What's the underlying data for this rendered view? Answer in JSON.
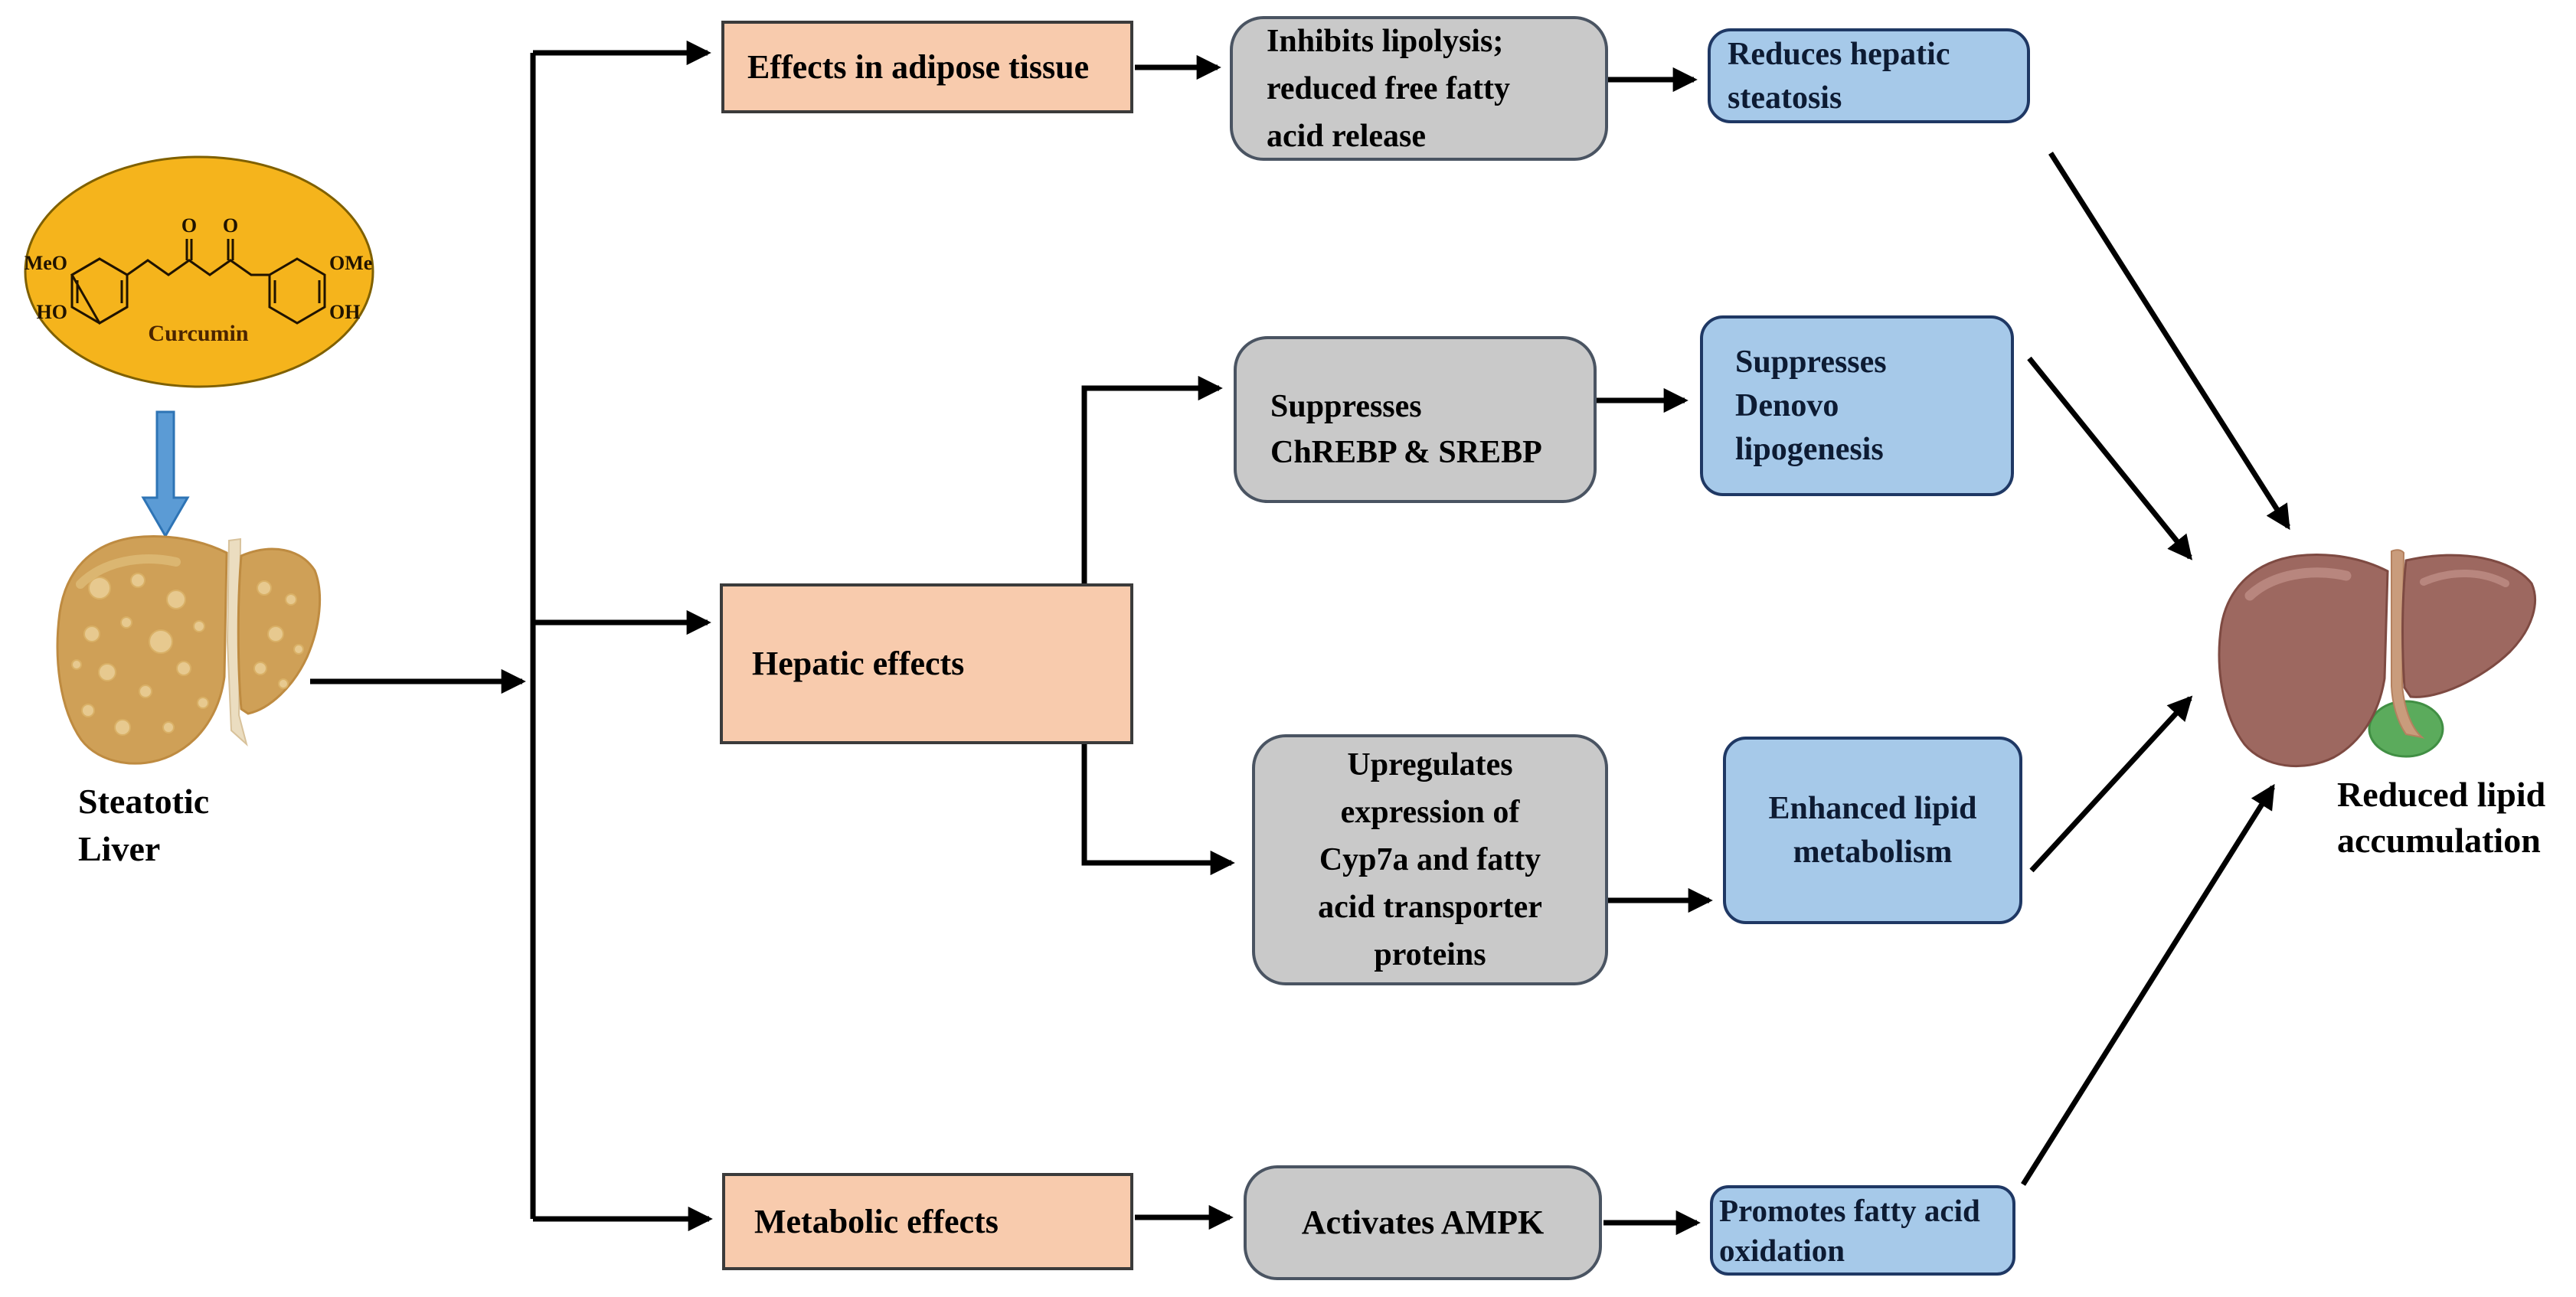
{
  "colors": {
    "category_fill": "#F8CBAD",
    "mechanism_fill": "#C9C9C9",
    "outcome_fill": "#A6C9E9",
    "curcumin_ellipse_fill": "#F5B41C",
    "curcumin_ellipse_border": "#7f6000",
    "down_arrow_fill": "#5B9BD5",
    "down_arrow_border": "#2E74B5",
    "connector_color": "#000000",
    "steatotic_liver_fill": "#CFA057",
    "healthy_liver_fill": "#9D6860",
    "gallbladder_fill": "#5BAB5C"
  },
  "curcumin": {
    "name": "Curcumin",
    "o_left": "O",
    "o_right": "O",
    "meo": "MeO",
    "ho": "HO",
    "ome": "OMe",
    "oh": "OH"
  },
  "labels": {
    "steatotic": {
      "lines": [
        "Steatotic",
        "Liver"
      ]
    },
    "result": {
      "lines": [
        "Reduced lipid",
        "accumulation"
      ]
    }
  },
  "categories": {
    "adipose": {
      "lines": [
        "Effects in adipose tissue"
      ]
    },
    "hepatic": {
      "lines": [
        "Hepatic effects"
      ]
    },
    "metabolic": {
      "lines": [
        "Metabolic effects"
      ]
    }
  },
  "mechanisms": {
    "lipolysis": {
      "lines": [
        "Inhibits lipolysis;",
        "reduced free fatty",
        "acid release"
      ]
    },
    "chrebp": {
      "lines": [
        "Suppresses",
        "ChREBP & SREBP"
      ]
    },
    "cyp7a": {
      "lines": [
        "Upregulates",
        "expression of",
        "Cyp7a and fatty",
        "acid transporter",
        "proteins"
      ]
    },
    "ampk": {
      "lines": [
        "Activates AMPK"
      ]
    }
  },
  "outcomes": {
    "steatosis": {
      "lines": [
        "Reduces hepatic",
        "steatosis"
      ]
    },
    "denovo": {
      "lines": [
        "Suppresses",
        "Denovo",
        "lipogenesis"
      ]
    },
    "lipid_metabolism": {
      "lines": [
        "Enhanced lipid",
        "metabolism"
      ]
    },
    "oxidation": {
      "lines": [
        "Promotes fatty acid",
        "oxidation"
      ]
    }
  }
}
